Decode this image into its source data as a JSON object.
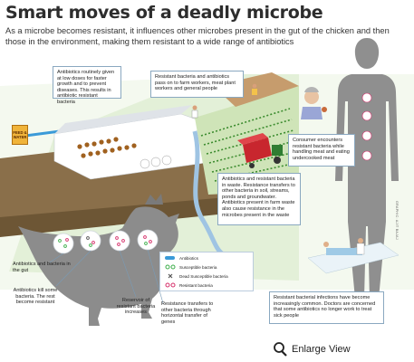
{
  "title": "Smart moves of a deadly microbe",
  "subtitle": "As a microbe becomes  resistant, it influences other microbes present in the gut of the chicken and then those in the environment, making them resistant to a wide range of antibiotics",
  "feed_label": "FEED & WATER",
  "captions": {
    "antibiotics_given": "Antibiotics routinely given at low doses for faster growth and to prevent diseases. This results in antibiotic resistant bacteria",
    "pass_to_workers": "Resistant bacteria and antibiotics pass on to farm workers, meat plant workers and general people",
    "consumer": "Consumer encounters resistant bacteria while handling meat and eating undercooked meat",
    "waste": "Antibiotics and resistant bacteria in waste. Resistance transfers to other bacteria in soil, streams, ponds and groundwater. Antibiotics present in farm waste also cause resistance in the microbes present in the waste",
    "gut": "Antibiotics and bacteria in the gut",
    "kill": "Antibiotics kill some bacteria. The rest become resistant",
    "reservoir": "Reservoir of resistant bacteria increases",
    "transfer": "Resistance transfers to other bacteria through horizontal transfer of genes",
    "infections": "Resistant bacterial infections have become increasingly common. Doctors are concerned that some antibiotics no longer work to treat sick people"
  },
  "legend": {
    "antibiotics": "Antibiotics",
    "susceptible": "Susceptible bacteria",
    "dead": "Dead Susceptible bacteria",
    "resistant": "Resistant bacteria"
  },
  "credit": "GRAPHIC: AJIT BAJAJ",
  "enlarge_label": "Enlarge View",
  "colors": {
    "ground": "#8a6f4a",
    "grass": "#e3f0d8",
    "silhouette": "#8c8c8c",
    "human": "#8f8f8f",
    "tractor": "#c8262e",
    "crop": "#3c8c2f",
    "caption_border": "#8aa8c0",
    "antibiotic": "#3a9ad8",
    "susceptible": "#3cae4a",
    "dead": "#555555",
    "resistant": "#d6306b"
  }
}
